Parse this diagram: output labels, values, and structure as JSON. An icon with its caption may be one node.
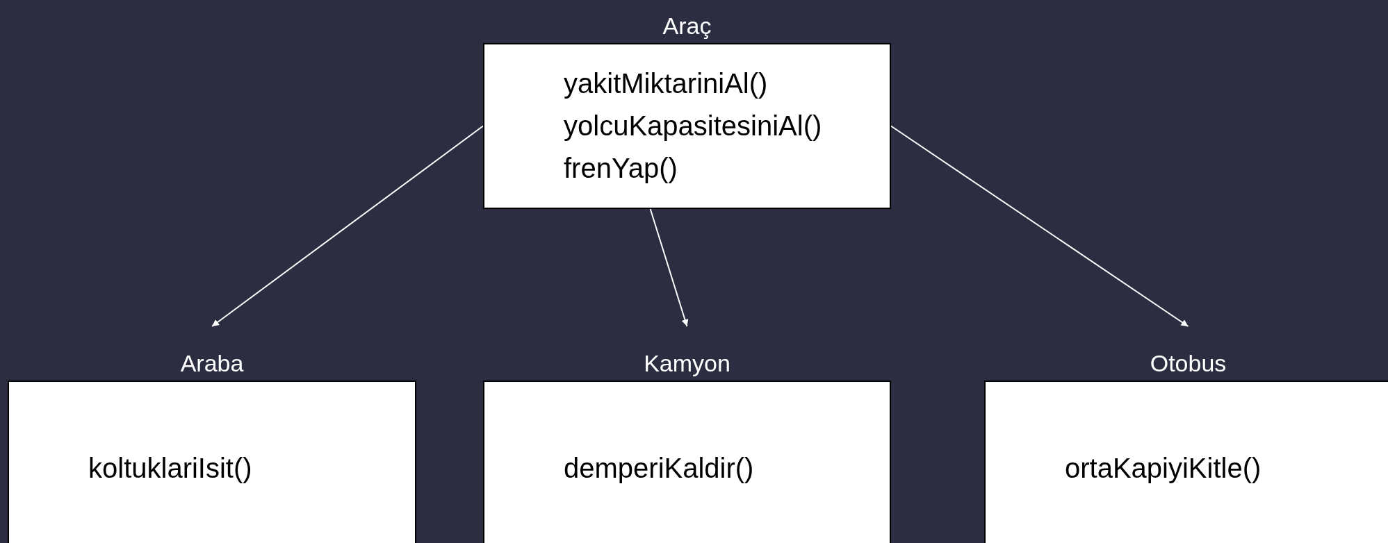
{
  "diagram": {
    "nodes": [
      {
        "text": [
          "Araç",
          "yakitMiktariniAl()",
          "yolcuKapasitesiniAl()",
          "frenYap()"
        ]
      },
      {
        "text": [
          "Araba",
          "koltuklariIsit()"
        ]
      },
      {
        "text": [
          "Kamyon",
          "demperiKaldir()"
        ]
      },
      {
        "text": [
          "Otobus",
          "ortaKapiyiKitle()"
        ]
      }
    ],
    "edges": [
      {
        "from": 0,
        "to": 1,
        "arrow": "to"
      },
      {
        "from": 0,
        "to": 2,
        "arrow": "to"
      },
      {
        "from": 0,
        "to": 3,
        "arrow": "to"
      }
    ]
  }
}
